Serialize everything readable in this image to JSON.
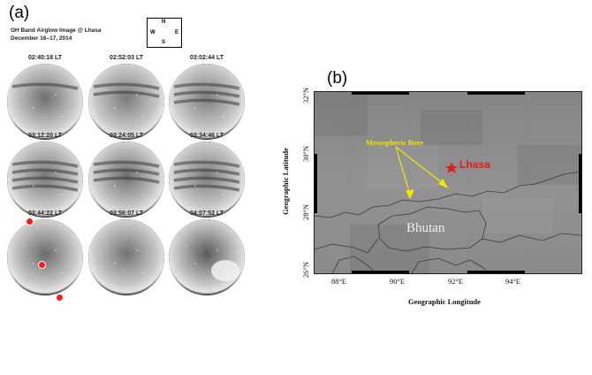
{
  "panel_a": {
    "label": "(a)",
    "title_line1": "OH Band Airglow Image @ Lhasa",
    "title_line2": "December 16–17, 2014",
    "compass": {
      "n": "N",
      "s": "S",
      "e": "E",
      "w": "W"
    },
    "images": [
      {
        "time": "02:40:18 LT",
        "brightness": "#6f6f6f",
        "bands": 1
      },
      {
        "time": "02:52:03 LT",
        "brightness": "#7a7a7a",
        "bands": 2
      },
      {
        "time": "03:02:44 LT",
        "brightness": "#7e7e7e",
        "bands": 3
      },
      {
        "time": "03:12:20 LT",
        "brightness": "#777777",
        "bands": 4
      },
      {
        "time": "03:24:05 LT",
        "brightness": "#6d6d6d",
        "bands": 3
      },
      {
        "time": "03:34:46 LT",
        "brightness": "#7c7c7c",
        "bands": 4
      },
      {
        "time": "03:44:22 LT",
        "brightness": "#6a6a6a",
        "bands": 0,
        "markers": true
      },
      {
        "time": "03:56:07 LT",
        "brightness": "#727272",
        "bands": 0
      },
      {
        "time": "04:07:52 LT",
        "brightness": "#5a5a5a",
        "bands": 0,
        "glow": true
      }
    ]
  },
  "panel_b": {
    "label": "(b)",
    "bore_label": "Mesospheric Bore",
    "city_label": "Lhasa",
    "country_label": "Bhutan",
    "x_axis_title": "Geographic Longitude",
    "y_axis_title": "Geographic Latitude",
    "x_ticks": [
      "88°E",
      "90°E",
      "92°E",
      "94°E"
    ],
    "y_ticks": [
      "32°N",
      "30°N",
      "28°N",
      "26°N"
    ],
    "colors": {
      "bore_annotation": "#f2e600",
      "lhasa": "#e21b1b",
      "map_background": "#8e8e8e"
    }
  }
}
